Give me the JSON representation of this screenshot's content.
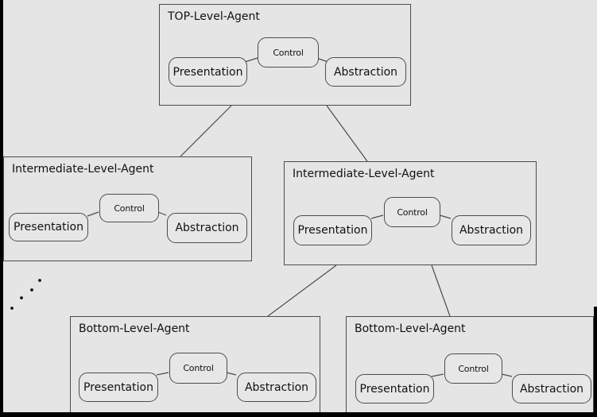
{
  "diagram": {
    "type": "pac-agent-hierarchy",
    "agents": [
      {
        "id": "top-level",
        "label": "TOP-Level-Agent",
        "components": [
          {
            "label": "Presentation"
          },
          {
            "label": "Control"
          },
          {
            "label": "Abstraction"
          }
        ]
      },
      {
        "id": "intermediate-left",
        "label": "Intermediate-Level-Agent",
        "components": [
          {
            "label": "Presentation"
          },
          {
            "label": "Control"
          },
          {
            "label": "Abstraction"
          }
        ]
      },
      {
        "id": "intermediate-right",
        "label": "Intermediate-Level-Agent",
        "components": [
          {
            "label": "Presentation"
          },
          {
            "label": "Control"
          },
          {
            "label": "Abstraction"
          }
        ]
      },
      {
        "id": "bottom-left",
        "label": "Bottom-Level-Agent",
        "components": [
          {
            "label": "Presentation"
          },
          {
            "label": "Control"
          },
          {
            "label": "Abstraction"
          }
        ]
      },
      {
        "id": "bottom-right",
        "label": "Bottom-Level-Agent",
        "components": [
          {
            "label": "Presentation"
          },
          {
            "label": "Control"
          },
          {
            "label": "Abstraction"
          }
        ]
      }
    ],
    "connections": [
      {
        "from": "top-level",
        "to": "intermediate-left"
      },
      {
        "from": "top-level",
        "to": "intermediate-right"
      },
      {
        "from": "intermediate-right",
        "to": "bottom-left"
      },
      {
        "from": "intermediate-right",
        "to": "bottom-right"
      }
    ],
    "ellipsis_dot_count": 4,
    "colors": {
      "background": "#e5e5e5",
      "box_border": "#4c4c4c",
      "text": "#111111",
      "screen_edge": "#000000"
    }
  }
}
